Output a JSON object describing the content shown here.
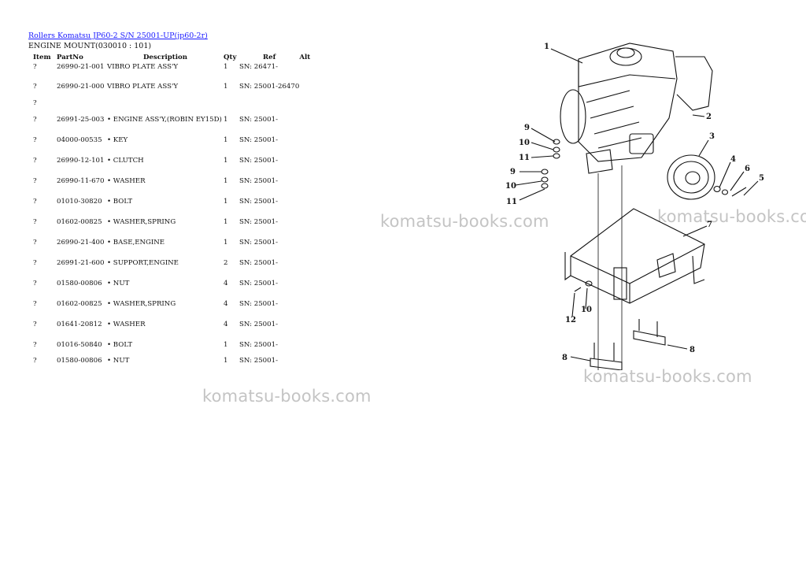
{
  "header": {
    "breadcrumb": "Rollers Komatsu JP60-2 S/N 25001-UP(jp60-2r)",
    "section_title": "ENGINE MOUNT(030010 : 101)"
  },
  "table": {
    "columns": [
      "Item",
      "PartNo",
      "Description",
      "Qty",
      "Ref",
      "Alt"
    ],
    "rows": [
      {
        "item": "?",
        "part_no": "26990-21-001",
        "description": "VIBRO PLATE ASS'Y",
        "qty": "1",
        "ref": "SN: 26471-",
        "alt": ""
      },
      {
        "item": "?",
        "part_no": "26990-21-000",
        "description": "VIBRO PLATE ASS'Y",
        "qty": "1",
        "ref": "SN: 25001-26470",
        "alt": ""
      },
      {
        "item": "?",
        "part_no": "",
        "description": "",
        "qty": "",
        "ref": "",
        "alt": ""
      },
      {
        "item": "?",
        "part_no": "26991-25-003",
        "description": "• ENGINE ASS'Y,(ROBIN EY15D)",
        "qty": "1",
        "ref": "SN: 25001-",
        "alt": ""
      },
      {
        "item": "?",
        "part_no": "04000-00535",
        "description": "• KEY",
        "qty": "1",
        "ref": "SN: 25001-",
        "alt": ""
      },
      {
        "item": "?",
        "part_no": "26990-12-101",
        "description": "• CLUTCH",
        "qty": "1",
        "ref": "SN: 25001-",
        "alt": ""
      },
      {
        "item": "?",
        "part_no": "26990-11-670",
        "description": "• WASHER",
        "qty": "1",
        "ref": "SN: 25001-",
        "alt": ""
      },
      {
        "item": "?",
        "part_no": "01010-30820",
        "description": "• BOLT",
        "qty": "1",
        "ref": "SN: 25001-",
        "alt": ""
      },
      {
        "item": "?",
        "part_no": "01602-00825",
        "description": "• WASHER,SPRING",
        "qty": "1",
        "ref": "SN: 25001-",
        "alt": ""
      },
      {
        "item": "?",
        "part_no": "26990-21-400",
        "description": "• BASE,ENGINE",
        "qty": "1",
        "ref": "SN: 25001-",
        "alt": ""
      },
      {
        "item": "?",
        "part_no": "26991-21-600",
        "description": "• SUPPORT,ENGINE",
        "qty": "2",
        "ref": "SN: 25001-",
        "alt": ""
      },
      {
        "item": "?",
        "part_no": "01580-00806",
        "description": "• NUT",
        "qty": "4",
        "ref": "SN: 25001-",
        "alt": ""
      },
      {
        "item": "?",
        "part_no": "01602-00825",
        "description": "• WASHER,SPRING",
        "qty": "4",
        "ref": "SN: 25001-",
        "alt": ""
      },
      {
        "item": "?",
        "part_no": "01641-20812",
        "description": "• WASHER",
        "qty": "4",
        "ref": "SN: 25001-",
        "alt": ""
      },
      {
        "item": "?",
        "part_no": "01016-50840",
        "description": "• BOLT",
        "qty": "1",
        "ref": "SN: 25001-",
        "alt": ""
      },
      {
        "item": "?",
        "part_no": "01580-00806",
        "description": "• NUT",
        "qty": "1",
        "ref": "SN: 25001-",
        "alt": ""
      }
    ]
  },
  "watermarks": [
    "komatsu-books.com",
    "komatsu-books.co",
    "komatsu-books.com",
    "komatsu-books.com"
  ],
  "diagram": {
    "callouts": [
      "1",
      "2",
      "3",
      "4",
      "5",
      "6",
      "7",
      "8",
      "8",
      "9",
      "9",
      "10",
      "10",
      "10",
      "11",
      "11",
      "12"
    ]
  }
}
